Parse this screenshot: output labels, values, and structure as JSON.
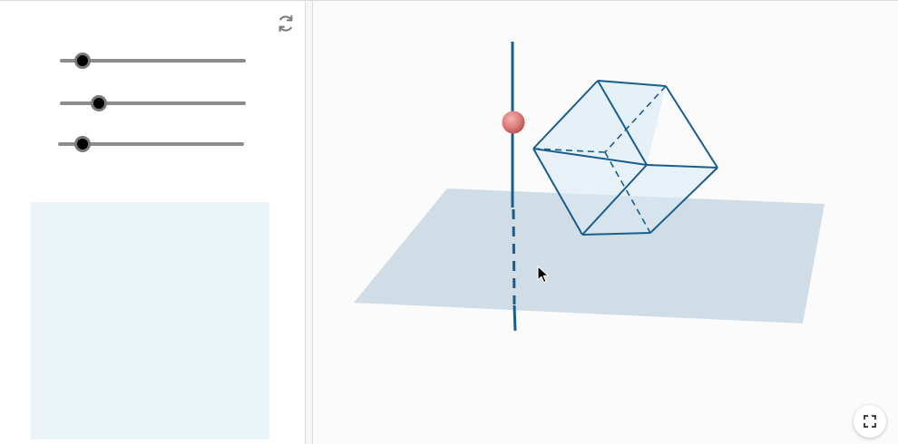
{
  "left_panel": {
    "reset_icon": "refresh-icon",
    "sliders": [
      {
        "name": "slider-1",
        "value": 0.12
      },
      {
        "name": "slider-2",
        "value": 0.21
      },
      {
        "name": "slider-3",
        "value": 0.13
      }
    ],
    "image_placeholder_color": "#eaf3f8"
  },
  "graphics_view": {
    "background": "#fbfbfc",
    "plane_color": "#c8d7e2",
    "line_color": "#1a5d8c",
    "cube_edge_color": "#1a5d8c",
    "cube_fill_color": "#d9e9f3",
    "point_color": "#e07b7b",
    "fullscreen_icon": "fullscreen-icon",
    "cursor_icon": "cursor-arrow-icon"
  }
}
